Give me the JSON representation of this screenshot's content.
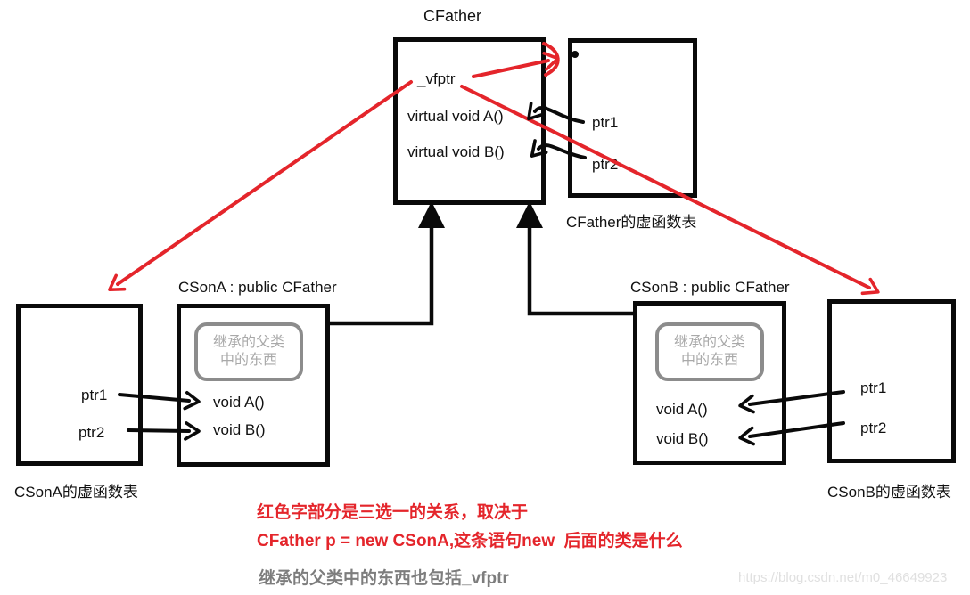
{
  "colors": {
    "red_accent": "#e4252b",
    "black_ink": "#0a0a0a",
    "inherited_box_gray": "#8c8c8c",
    "inherited_text_gray": "#a9a9a9",
    "note_gray": "#7d7d7d",
    "watermark_gray": "#e0e0e0"
  },
  "father": {
    "title": "CFather",
    "members": [
      "_vfptr",
      "virtual void A()",
      "virtual void B()"
    ],
    "vtable": {
      "label": "CFather的虚函数表",
      "entries": [
        "ptr1",
        "ptr2"
      ]
    }
  },
  "son_a": {
    "title": "CSonA : public CFather",
    "inherited_note": [
      "继承的父类",
      "中的东西"
    ],
    "members": [
      "void A()",
      "void B()"
    ],
    "vtable": {
      "label": "CSonA的虚函数表",
      "entries": [
        "ptr1",
        "ptr2"
      ]
    }
  },
  "son_b": {
    "title": "CSonB : public CFather",
    "inherited_note": [
      "继承的父类",
      "中的东西"
    ],
    "members": [
      "void A()",
      "void B()"
    ],
    "vtable": {
      "label": "CSonB的虚函数表",
      "entries": [
        "ptr1",
        "ptr2"
      ]
    }
  },
  "notes": {
    "red_1": "红色字部分是三选一的关系，取决于",
    "red_2": "CFather p = new CSonA,这条语句new  后面的类是什么",
    "gray": "继承的父类中的东西也包括_vfptr"
  },
  "watermark": "https://blog.csdn.net/m0_46649923"
}
